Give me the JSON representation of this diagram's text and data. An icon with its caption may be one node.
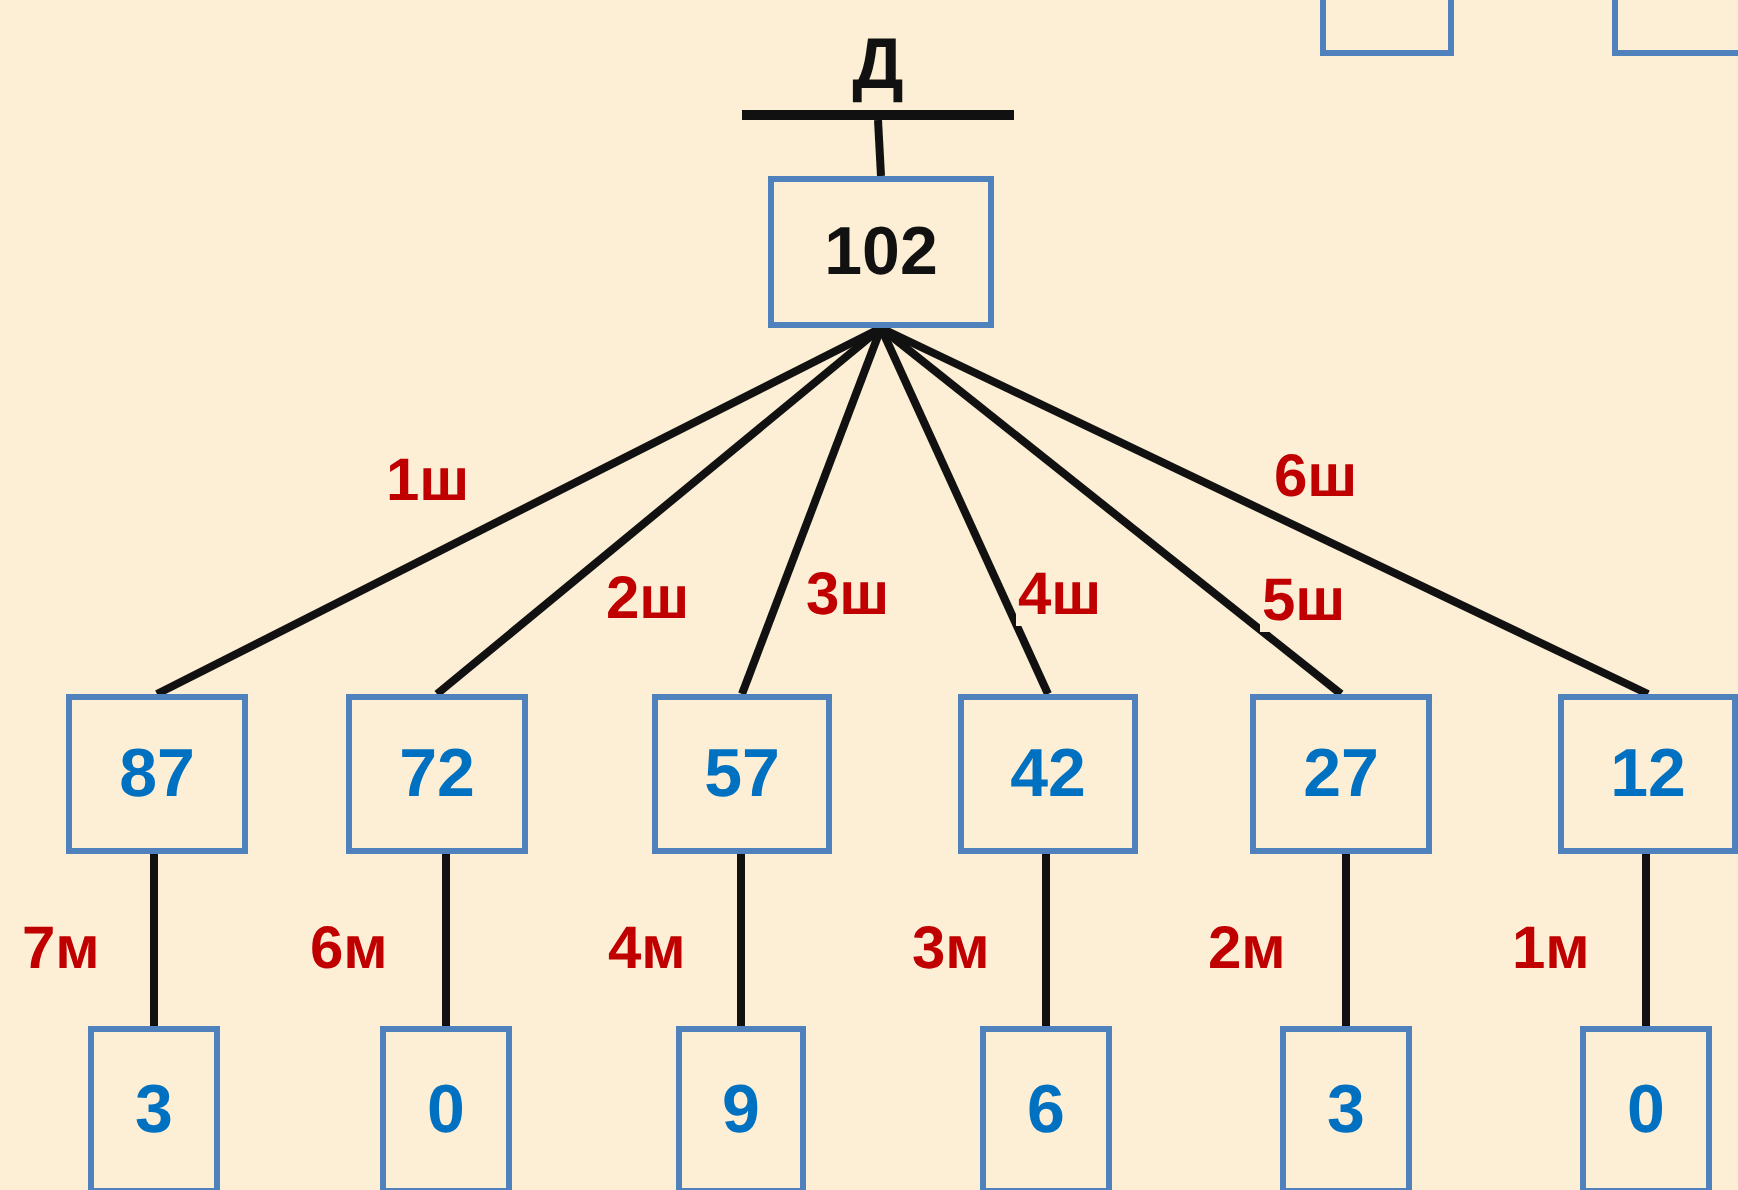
{
  "diagram": {
    "nodes": [
      {
        "text": [
          "Д"
        ]
      },
      {
        "text": [
          "102"
        ]
      },
      {
        "text": [
          "87"
        ]
      },
      {
        "text": [
          "72"
        ]
      },
      {
        "text": [
          "57"
        ]
      },
      {
        "text": [
          "42"
        ]
      },
      {
        "text": [
          "27"
        ]
      },
      {
        "text": [
          "12"
        ]
      },
      {
        "text": [
          "3"
        ]
      },
      {
        "text": [
          "0"
        ]
      },
      {
        "text": [
          "9"
        ]
      },
      {
        "text": [
          "6"
        ]
      },
      {
        "text": [
          "3"
        ]
      },
      {
        "text": [
          "0"
        ]
      },
      {
        "text": [],
        "shape": "box"
      },
      {
        "text": [],
        "shape": "box"
      }
    ],
    "edges": [
      {
        "from": 0,
        "to": 1,
        "arrow": "none"
      },
      {
        "from": 1,
        "to": 2,
        "arrow": "none",
        "label": "1ш"
      },
      {
        "from": 1,
        "to": 3,
        "arrow": "none",
        "label": "2ш"
      },
      {
        "from": 1,
        "to": 4,
        "arrow": "none",
        "label": "3ш"
      },
      {
        "from": 1,
        "to": 5,
        "arrow": "none",
        "label": "4ш"
      },
      {
        "from": 1,
        "to": 6,
        "arrow": "none",
        "label": "5ш"
      },
      {
        "from": 1,
        "to": 7,
        "arrow": "none",
        "label": "6ш"
      },
      {
        "from": 2,
        "to": 8,
        "arrow": "none",
        "label": "7м"
      },
      {
        "from": 3,
        "to": 9,
        "arrow": "none",
        "label": "6м"
      },
      {
        "from": 4,
        "to": 10,
        "arrow": "none",
        "label": "4м"
      },
      {
        "from": 5,
        "to": 11,
        "arrow": "none",
        "label": "3м"
      },
      {
        "from": 6,
        "to": 12,
        "arrow": "none",
        "label": "2м"
      },
      {
        "from": 7,
        "to": 13,
        "arrow": "none",
        "label": "1м"
      }
    ]
  }
}
